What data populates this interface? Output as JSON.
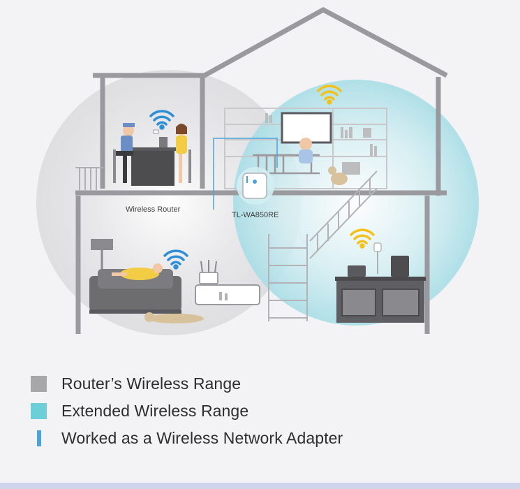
{
  "labels": {
    "router": "Wireless Router",
    "extender": "TL-WA850RE"
  },
  "legend": {
    "items": [
      {
        "text": "Router’s Wireless Range",
        "color": "#a7a7a9",
        "shape": "square"
      },
      {
        "text": "Extended Wireless Range",
        "color": "#6ccfd8",
        "shape": "square"
      },
      {
        "text": "Worked as a Wireless Network Adapter",
        "color": "#4aa3dd",
        "shape": "bar"
      }
    ]
  },
  "colors": {
    "house_outline": "#9a9a9e",
    "router_range": "#d9d9dc",
    "extended_range": "#bde6ec",
    "wifi_blue": "#2f8fd6",
    "wifi_yellow": "#f2c21a",
    "person_shirt": "#6b8fc4",
    "person_dress": "#f3cc45",
    "sofa": "#6d6d70",
    "desk": "#4d4d50",
    "dog": "#d7c29b"
  },
  "icons": [
    "wifi-icon",
    "router-icon",
    "extender-icon"
  ]
}
